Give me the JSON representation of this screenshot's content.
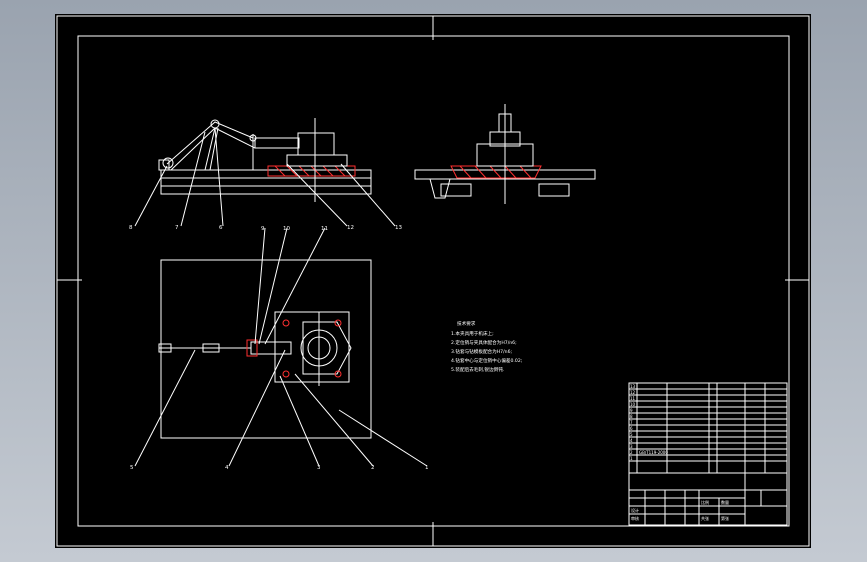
{
  "drawing": {
    "balloons": [
      "8",
      "7",
      "6",
      "9",
      "10",
      "11",
      "12",
      "13",
      "5",
      "4",
      "3",
      "2",
      "1"
    ],
    "tech_requirements": {
      "heading": "技术要求",
      "items": [
        "1.本夹具用于机床上;",
        "2.定位销与夹具体配合为H7/n6;",
        "3.钻套与钻模板配合为H7/n6;",
        "4.钻套中心与定位销中心偏差0.02;",
        "5.装配后去毛刺,锐边倒钝."
      ]
    },
    "parts_list_rows": [
      "13",
      "12",
      "11",
      "10",
      "9",
      "8",
      "7",
      "6",
      "5",
      "4",
      "3",
      "2",
      "1"
    ],
    "standard_note": "GB/T119-2000",
    "title_block_marks": [
      "比例",
      "数量",
      "设计",
      "审核",
      "共张",
      "第张"
    ]
  },
  "colors": {
    "sheet": "#000000",
    "line": "#ffffff",
    "section": "#ff3030",
    "desktop": "#aab2bd"
  }
}
